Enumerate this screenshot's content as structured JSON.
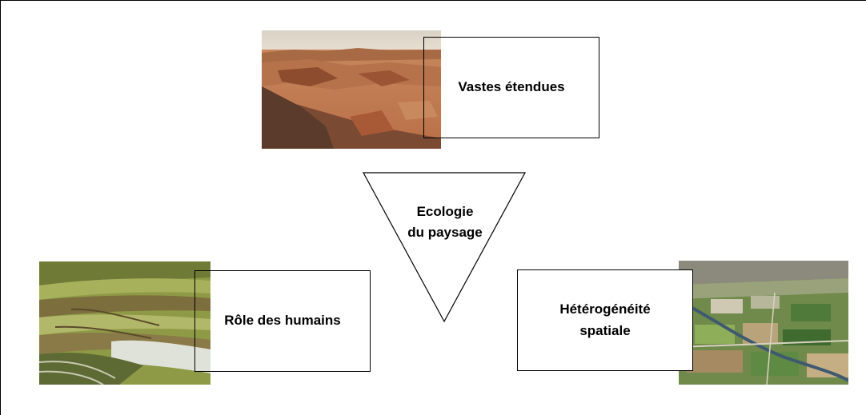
{
  "center": {
    "line1": "Ecologie",
    "line2": "du paysage"
  },
  "topic_top": {
    "label": "Vastes étendues",
    "photo_icon": "desert-canyon-photo"
  },
  "topic_left": {
    "label": "Rôle des humains",
    "photo_icon": "rice-terraces-photo"
  },
  "topic_right": {
    "line1": "Hétérogénéité",
    "line2": "spatiale",
    "photo_icon": "aerial-farmland-photo"
  },
  "colors": {
    "desert": "#c07a52",
    "terrace": "#8f9a44",
    "farmland": "#6f8a4a",
    "outline": "#000000"
  }
}
